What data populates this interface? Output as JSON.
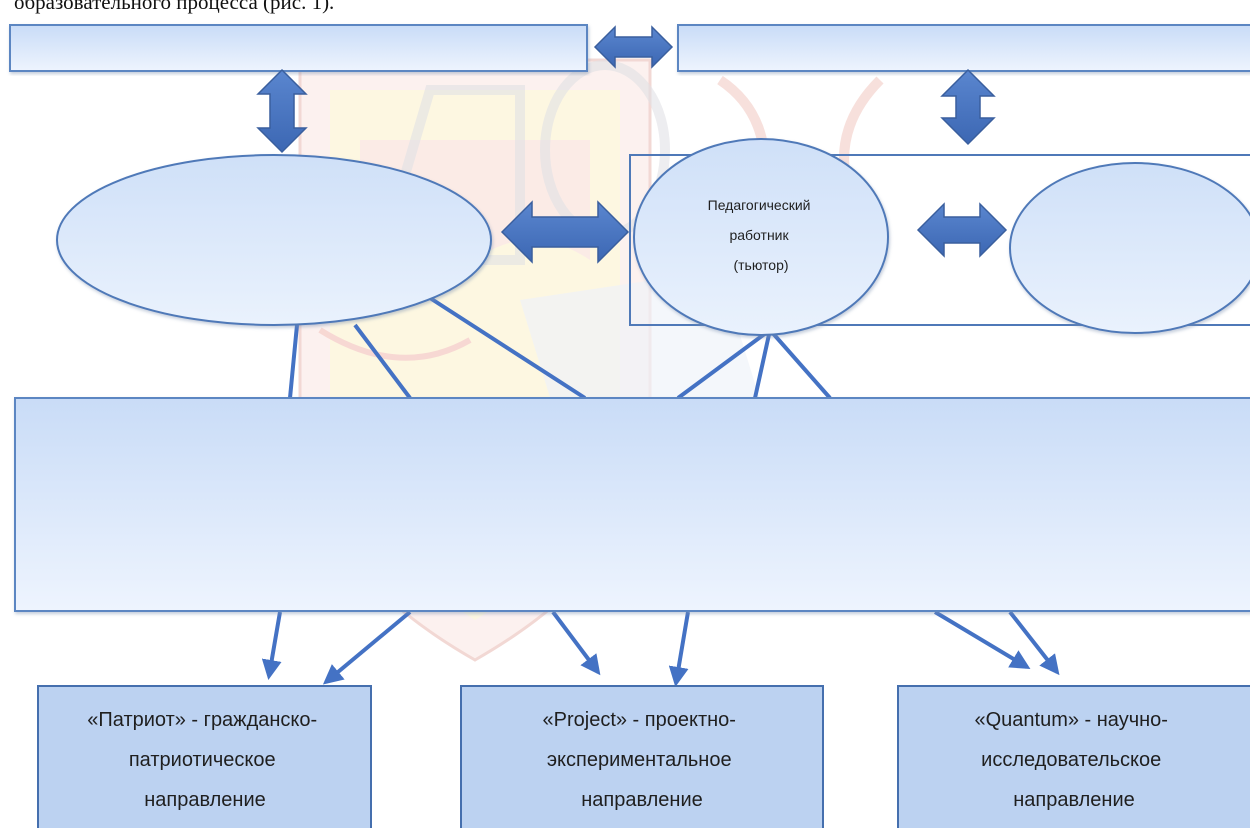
{
  "header_text": "образовательного процесса (рис. 1).",
  "teacher_node": {
    "lines": [
      "Педагогический",
      "работник",
      "(тьютор)"
    ]
  },
  "directions": [
    {
      "lines": [
        "«Патриот» - гражданско-",
        "патриотическое",
        "направление"
      ]
    },
    {
      "lines": [
        "«Project» - проектно-",
        "экспериментальное",
        "направление"
      ]
    },
    {
      "lines": [
        "«Quantum» - научно-",
        "исследовательское",
        "направление"
      ]
    }
  ],
  "colors": {
    "box_fill_top": "#cfe0f8",
    "box_fill_bottom": "#edf3fd",
    "box_stroke": "#5b86c2",
    "arrow_fill": "#4472c4",
    "line_color": "#4472c4",
    "watermark_red": "#e06a5a",
    "watermark_yellow": "#f6e08a"
  }
}
